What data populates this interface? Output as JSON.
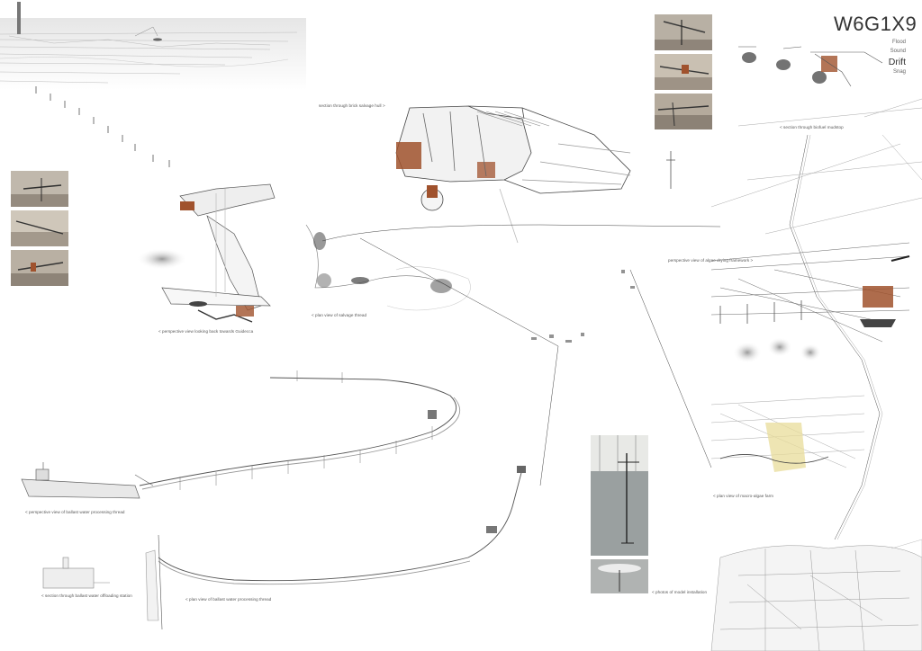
{
  "header": {
    "title": "W6G1X9",
    "subtitles": [
      "Flood",
      "Sound",
      "Drift",
      "Snag"
    ]
  },
  "labels": {
    "salvage_hull": "section through brick salvage hull >",
    "biofuel_mudstop": "< section through biofuel mudstop",
    "guidecca": "< perspective view looking back towards Guidecca",
    "salvage_plan": "< plan view of salvage thread",
    "algae_framework": "perspective view of algae drying framework >",
    "ballast_perspective": "< perspective view of ballast water processing thread",
    "ballast_section": "< section through ballast water offloading station",
    "ballast_plan": "< plan view of ballast water processing thread",
    "macro_algae": "< plan view of macro-algae farm",
    "model_photos": "< photos of model installation"
  },
  "colors": {
    "ink": "#3a3a3a",
    "rust": "#a0522d",
    "ochre": "#e8dc9a",
    "photo_bg": "#b8b0a4"
  }
}
